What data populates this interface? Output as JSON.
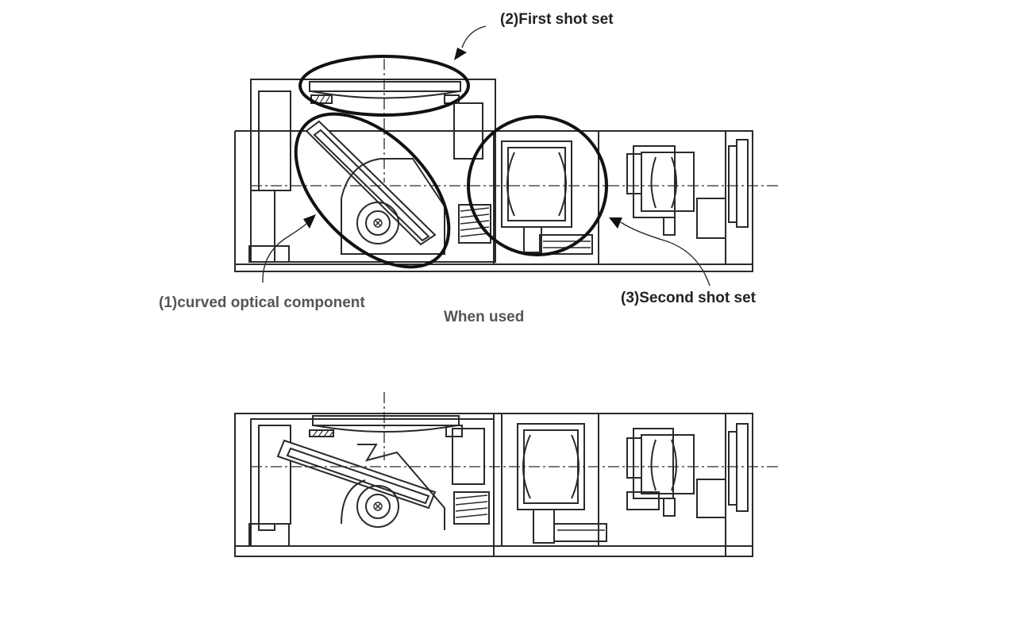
{
  "figure": {
    "labels": {
      "first_shot_set": "(2)First shot set",
      "curved_optical_component": "(1)curved optical component",
      "second_shot_set": "(3)Second shot set",
      "state_caption": "When used"
    }
  }
}
